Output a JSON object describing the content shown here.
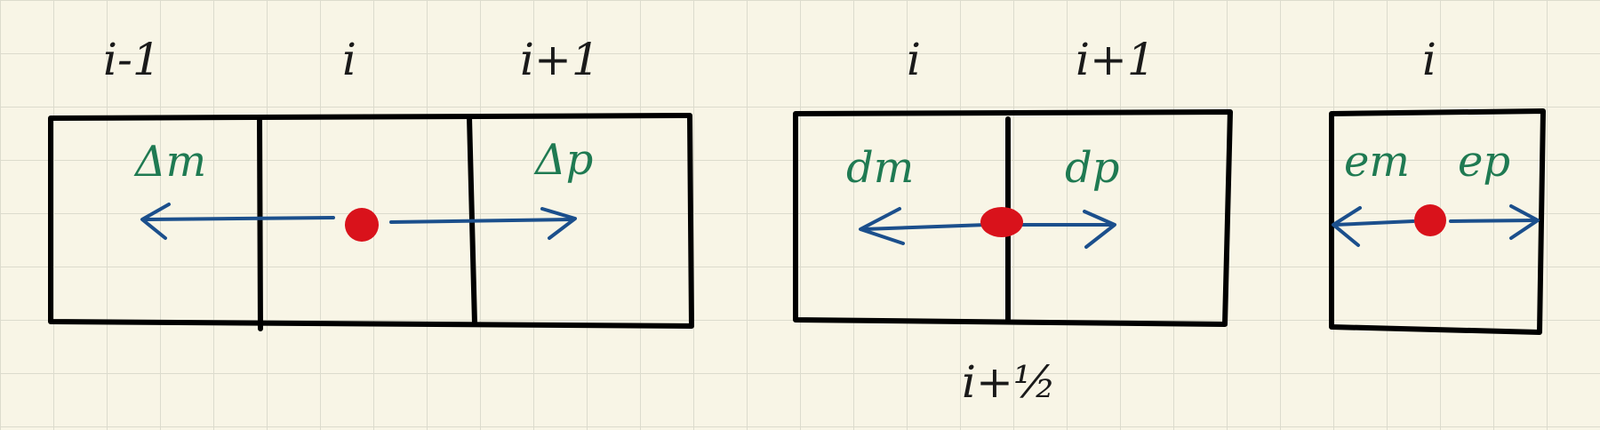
{
  "panels": [
    {
      "id": "centered",
      "indices": [
        "i-1",
        "i",
        "i+1"
      ],
      "left_label": "Δm",
      "right_label": "Δp",
      "bottom_label": ""
    },
    {
      "id": "interface",
      "indices": [
        "i",
        "i+1"
      ],
      "left_label": "dm",
      "right_label": "dp",
      "bottom_label": "i+½"
    },
    {
      "id": "single",
      "indices": [
        "i"
      ],
      "left_label": "em",
      "right_label": "ep",
      "bottom_label": ""
    }
  ],
  "colors": {
    "ink": "#000000",
    "arrow": "#1b4f8c",
    "point": "#d9121b",
    "difference_label": "#1f7a52"
  }
}
